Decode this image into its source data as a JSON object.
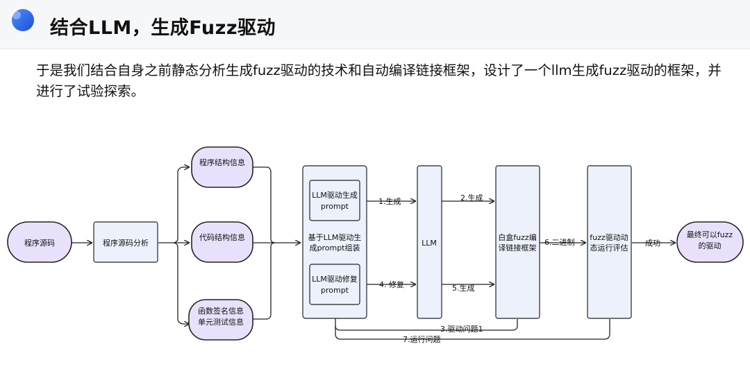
{
  "header": {
    "title": "结合LLM，生成Fuzz驱动"
  },
  "intro": {
    "text": "于是我们结合自身之前静态分析生成fuzz驱动的技术和自动编译链接框架，设计了一个llm生成fuzz驱动的框架，并进行了试验探索。"
  },
  "diagram": {
    "source_code": "程序源码",
    "source_analysis": "程序源码分析",
    "program_structure": "程序结构信息",
    "code_structure": "代码结构信息",
    "func_sig_line1": "函数签名信息",
    "func_sig_line2": "单元测试信息",
    "assembly_line1": "基于LLM驱动生",
    "assembly_line2": "成prompt组装",
    "gen_prompt_line1": "LLM驱动生成",
    "gen_prompt_line2": "prompt",
    "fix_prompt_line1": "LLM驱动修复",
    "fix_prompt_line2": "prompt",
    "llm": "LLM",
    "whitebox_line1": "白盒fuzz编",
    "whitebox_line2": "译链接框架",
    "dynamic_line1": "fuzz驱动动",
    "dynamic_line2": "态运行评估",
    "final_line1": "最终可以fuzz",
    "final_line2": "的驱动",
    "edge_1": "1.生成",
    "edge_2": "2.生成",
    "edge_3": "3.驱动问题1",
    "edge_4": "4. 修复",
    "edge_5": "5.生成",
    "edge_6": "6.二进制",
    "edge_7": "7.运行问题",
    "edge_success": "成功"
  }
}
